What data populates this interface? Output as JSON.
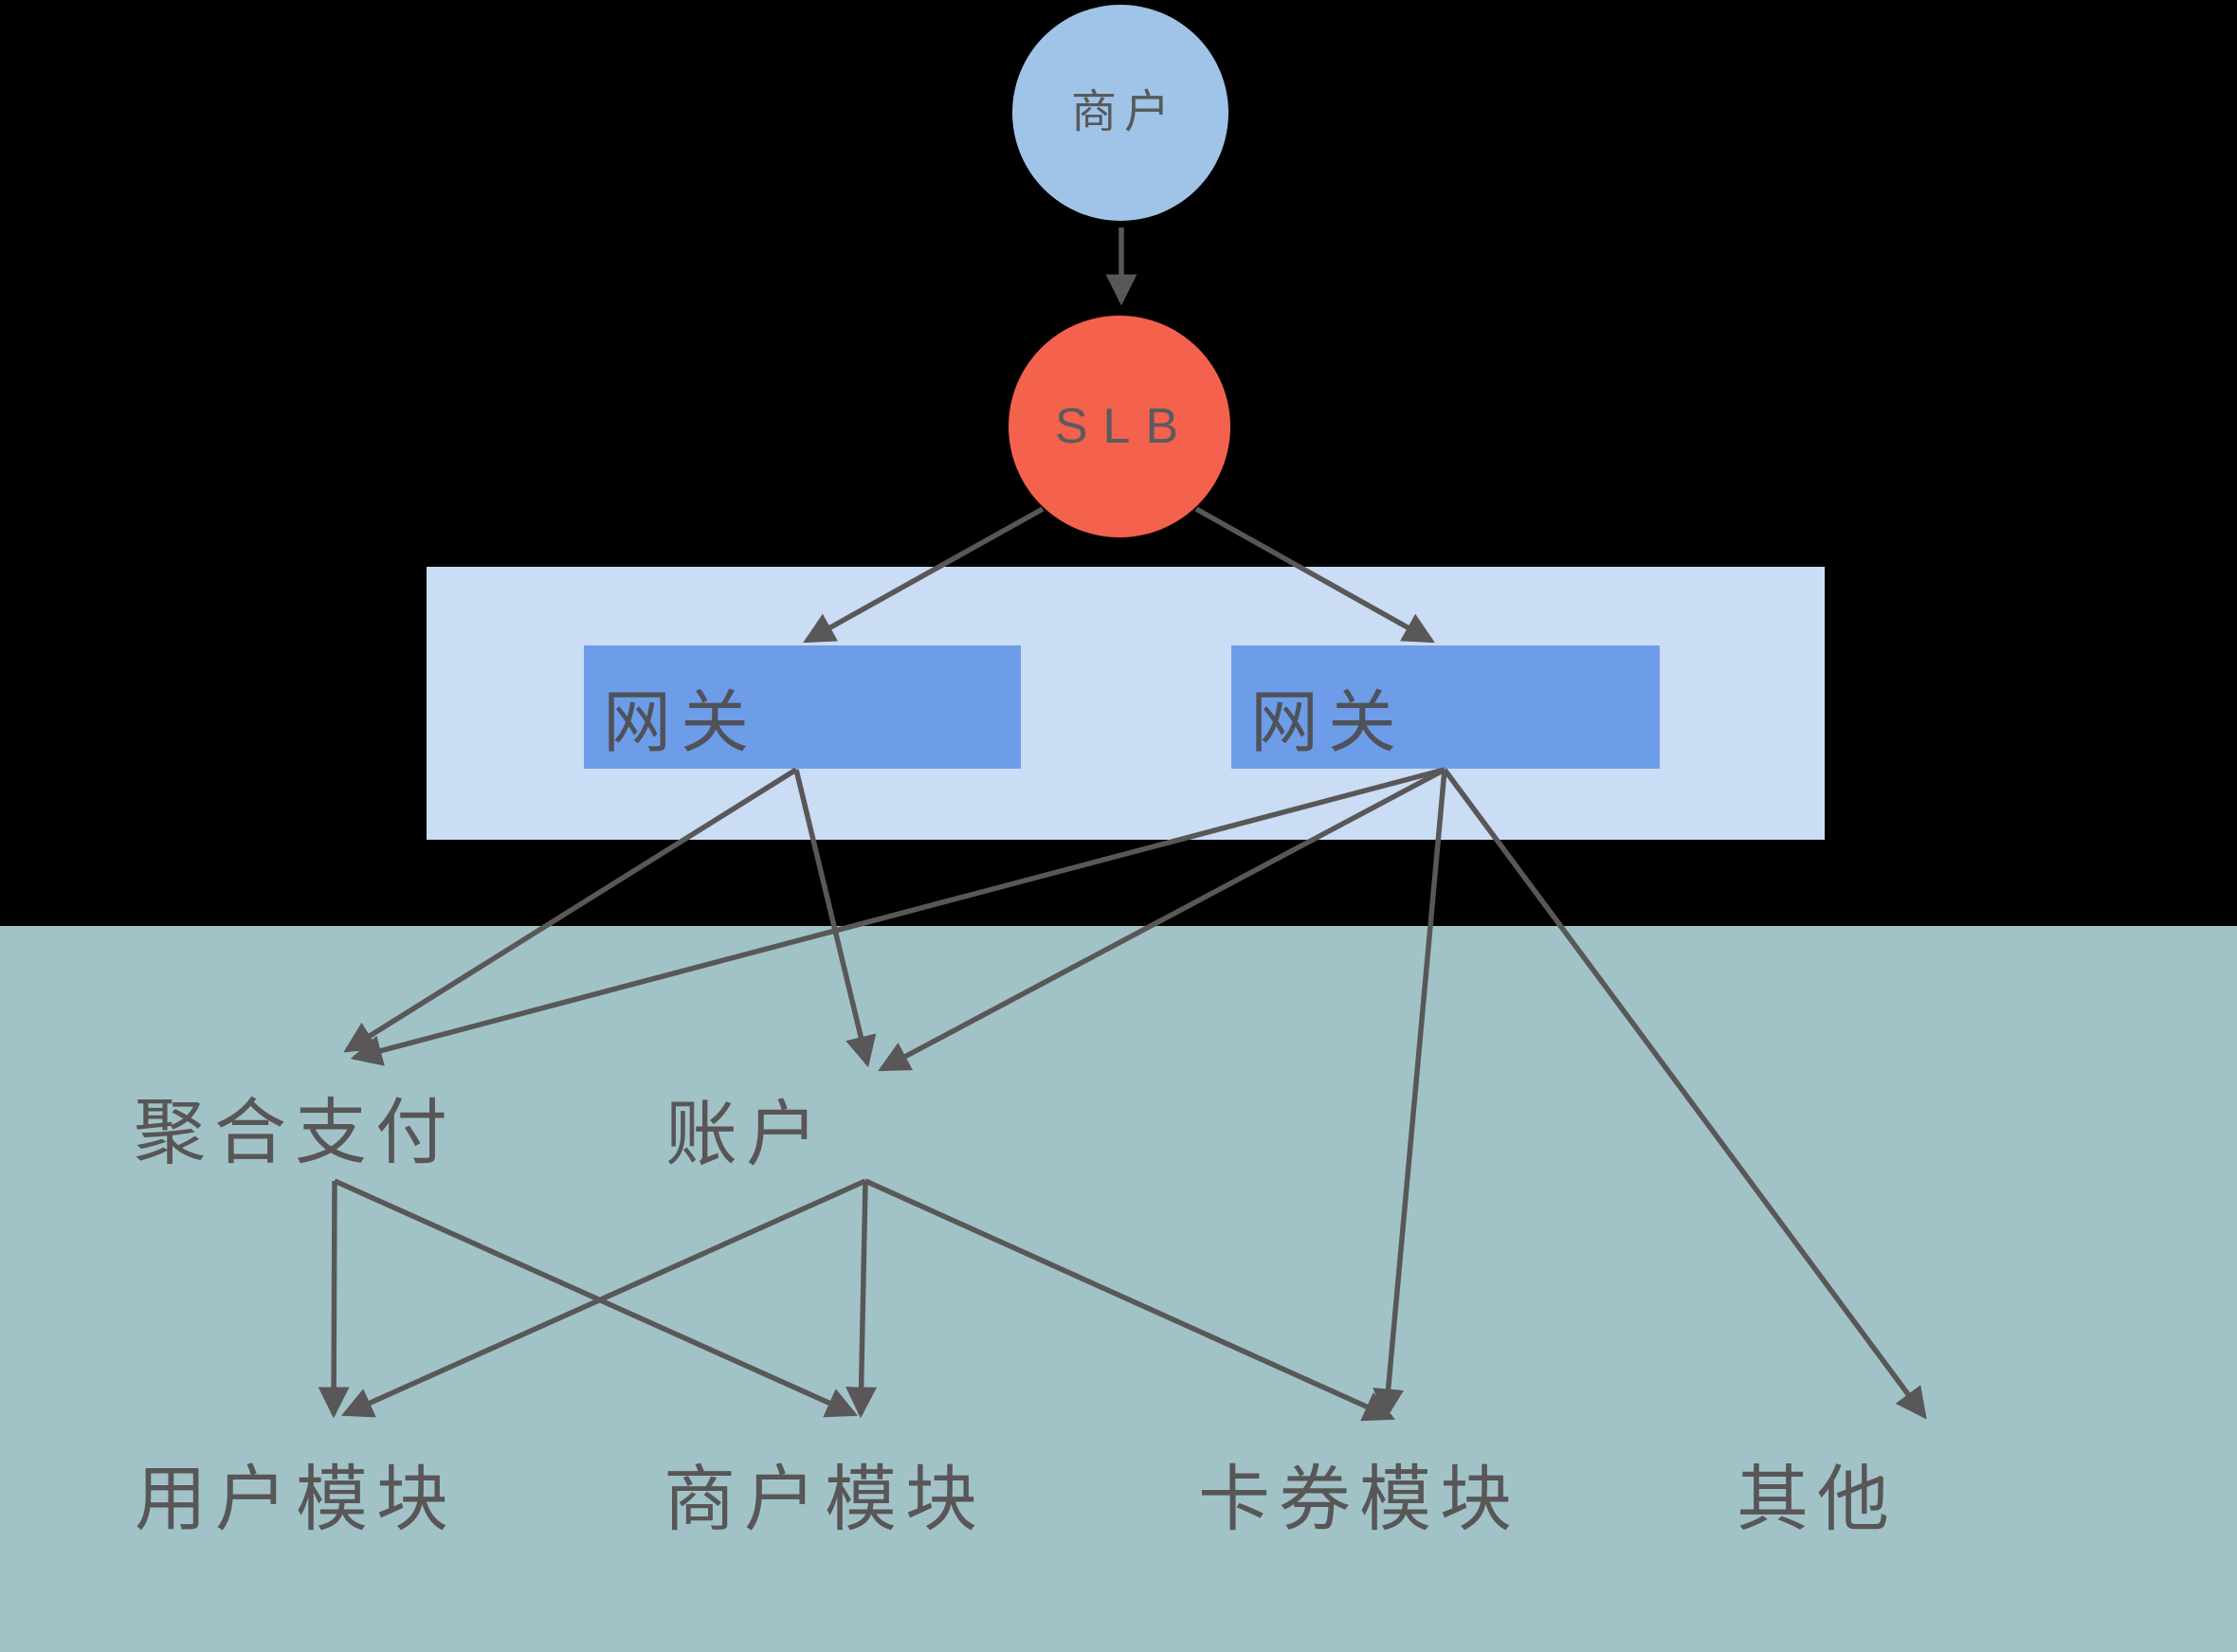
{
  "diagram": {
    "title": "payment-gateway-architecture",
    "nodes": {
      "merchant": {
        "label": "商户"
      },
      "slb": {
        "label": "SLB"
      },
      "gateway1": {
        "label": "网关"
      },
      "gateway2": {
        "label": "网关"
      },
      "aggregate_payment": {
        "label": "聚合支付"
      },
      "account": {
        "label": "账户"
      },
      "user_module": {
        "label": "用户模块"
      },
      "merchant_module": {
        "label": "商户模块"
      },
      "card_coupon_module": {
        "label": "卡券模块"
      },
      "other": {
        "label": "其他"
      }
    },
    "edges": [
      {
        "from": "merchant",
        "to": "slb"
      },
      {
        "from": "slb",
        "to": "gateway1"
      },
      {
        "from": "slb",
        "to": "gateway2"
      },
      {
        "from": "gateway1",
        "to": "aggregate_payment"
      },
      {
        "from": "gateway1",
        "to": "account"
      },
      {
        "from": "gateway2",
        "to": "aggregate_payment"
      },
      {
        "from": "gateway2",
        "to": "account"
      },
      {
        "from": "gateway2",
        "to": "card_coupon_module"
      },
      {
        "from": "gateway2",
        "to": "other"
      },
      {
        "from": "aggregate_payment",
        "to": "user_module"
      },
      {
        "from": "aggregate_payment",
        "to": "merchant_module"
      },
      {
        "from": "account",
        "to": "user_module"
      },
      {
        "from": "account",
        "to": "merchant_module"
      },
      {
        "from": "account",
        "to": "card_coupon_module"
      }
    ],
    "colors": {
      "background": "#000000",
      "teal_band": "#a1c3c8",
      "banner": "#cbdcf5",
      "gateway_fill": "#6d9de8",
      "merchant_fill": "#a0c4e8",
      "slb_fill": "#f4614d",
      "line": "#595757",
      "text": "#585656"
    }
  }
}
